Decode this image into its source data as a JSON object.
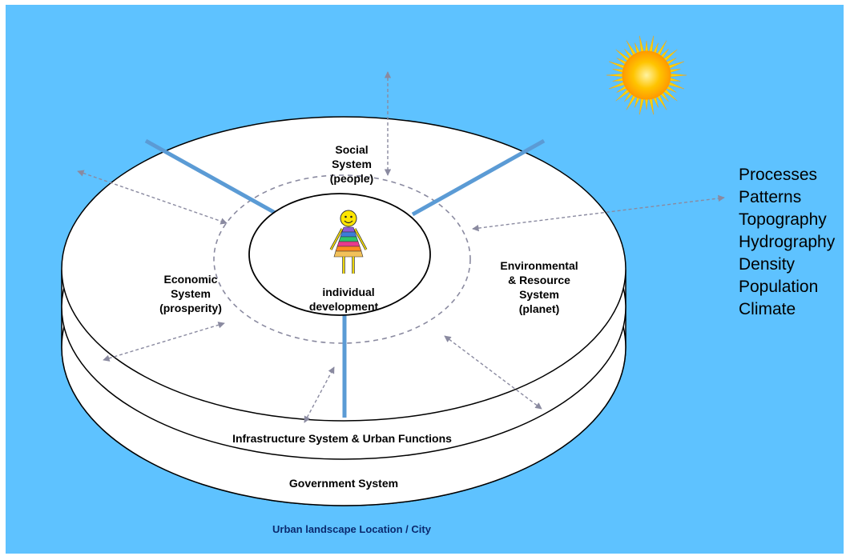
{
  "diagram": {
    "background_color": "#5ec2ff",
    "center": {
      "label_line1": "individual",
      "label_line2": "development",
      "figure": "smiley-person-icon"
    },
    "social": {
      "line1": "Social",
      "line2": "System",
      "line3": "(people)"
    },
    "economic": {
      "line1": "Economic",
      "line2": "System",
      "line3": "(prosperity)"
    },
    "environmental": {
      "line1": "Environmental",
      "line2": "& Resource",
      "line3": "System",
      "line4": "(planet)"
    },
    "infrastructure_label": "Infrastructure System & Urban Functions",
    "government_label": "Government System",
    "landscape_label": "Urban landscape Location / City",
    "factors": [
      "Processes",
      "Patterns",
      "Topography",
      "Hydrography",
      "Density",
      "Population",
      "Climate"
    ],
    "colors": {
      "divider": "#5b9bd5",
      "arrow": "#8a8aa0",
      "sun_core": "#ffb000",
      "sun_rays": "#ffd400"
    }
  }
}
